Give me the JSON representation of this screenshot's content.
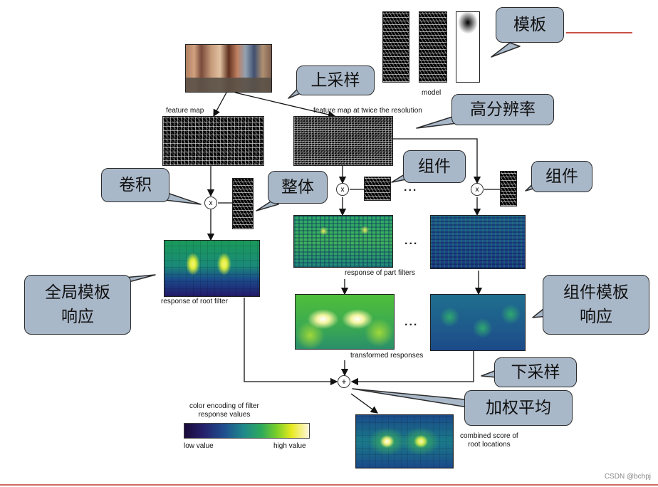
{
  "labels": {
    "model": "model",
    "feature_map": "feature map",
    "feature_map_2x": "feature map at twice the resolution",
    "response_part": "response of part filters",
    "response_root": "response of root filter",
    "transformed": "transformed responses",
    "color_encoding": "color encoding of filter\nresponse values",
    "low_value": "low value",
    "high_value": "high value",
    "combined": "combined score of\nroot locations",
    "watermark": "CSDN @bchpj"
  },
  "operators": {
    "multiply": "x",
    "add": "+"
  },
  "ellipsis": "...",
  "callouts": {
    "template": "模板",
    "upsample": "上采样",
    "high_res": "高分辨率",
    "convolution": "卷积",
    "whole": "整体",
    "component_1": "组件",
    "component_2": "组件",
    "global_response": "全局模板\n响应",
    "component_response": "组件模板\n响应",
    "downsample": "下采样",
    "weighted_average": "加权平均"
  },
  "colors": {
    "callout_fill": "#a9b8c9",
    "slide_line": "#c0392b"
  }
}
